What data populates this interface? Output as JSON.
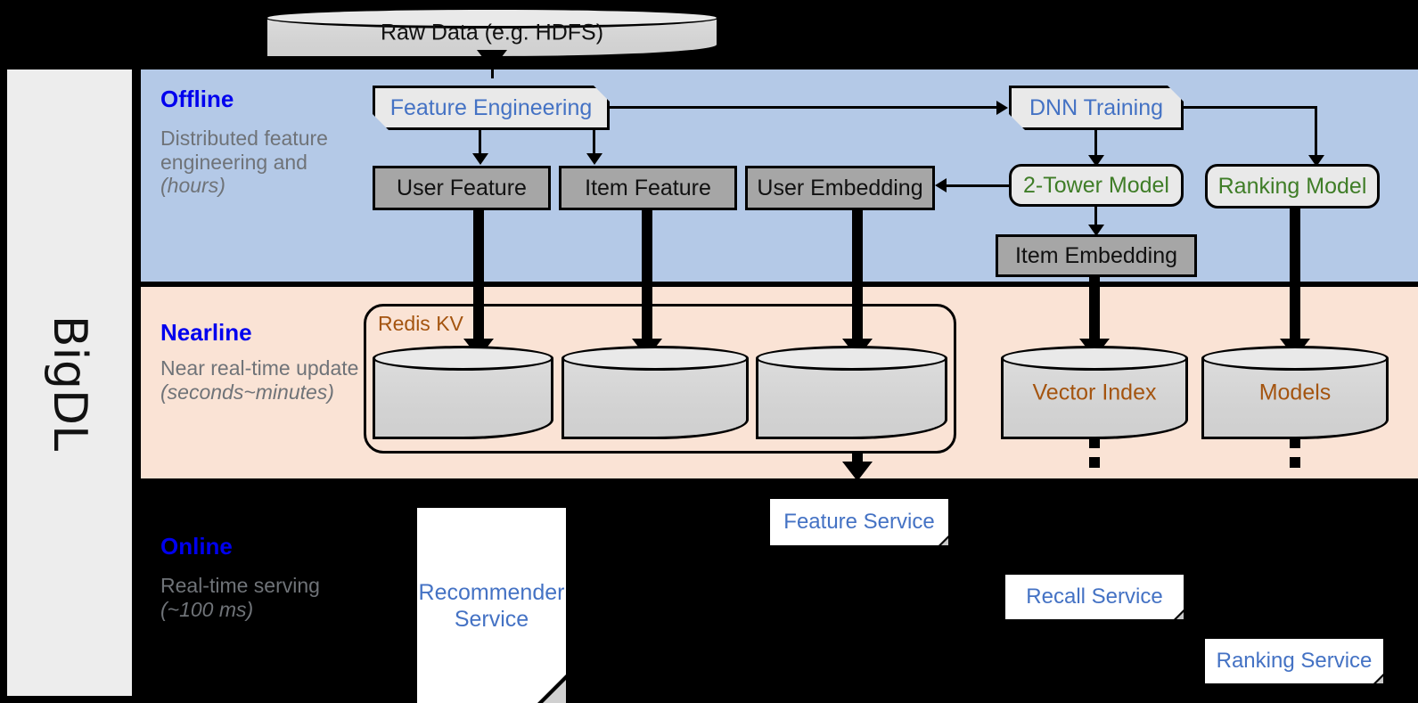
{
  "sidebar": {
    "label": "BigDL"
  },
  "stages": [
    {
      "id": "offline",
      "title": "Offline",
      "subtitle": "Distributed feature engineering and ",
      "subtitle_italic": "(hours)"
    },
    {
      "id": "nearline",
      "title": "Nearline",
      "subtitle": "Near real-time update ",
      "subtitle_italic": "(seconds~minutes)"
    },
    {
      "id": "online",
      "title": "Online",
      "subtitle": "Real-time serving ",
      "subtitle_italic": "(~100 ms)"
    }
  ],
  "nodes": {
    "raw_data": "Raw Data (e.g. HDFS)",
    "feature_engineering": "Feature Engineering",
    "dnn_training": "DNN Training",
    "user_feature": "User Feature",
    "item_feature": "Item Feature",
    "user_embedding": "User Embedding",
    "two_tower_model": "2-Tower Model",
    "ranking_model": "Ranking Model",
    "item_embedding": "Item Embedding",
    "redis_kv": "Redis KV",
    "vector_index": "Vector Index",
    "models": "Models",
    "recommender_service": "Recommender Service",
    "feature_service": "Feature Service",
    "recall_service": "Recall Service",
    "ranking_service": "Ranking Service"
  },
  "colors": {
    "offline_band": "#b4c9e7",
    "nearline_band": "#fae3d5",
    "online_band": "#000000",
    "stage_title": "#0000ee",
    "stage_subtitle": "#6f7378",
    "process_text_blue": "#4472c4",
    "model_text_green": "#3f7d27",
    "storage_text_brown": "#a4540f",
    "data_box_fill": "#a6a6a6",
    "process_box_fill": "#e9e9e9",
    "cylinder_fill": "#d6d6d6",
    "sidebar_fill": "#ededed"
  }
}
